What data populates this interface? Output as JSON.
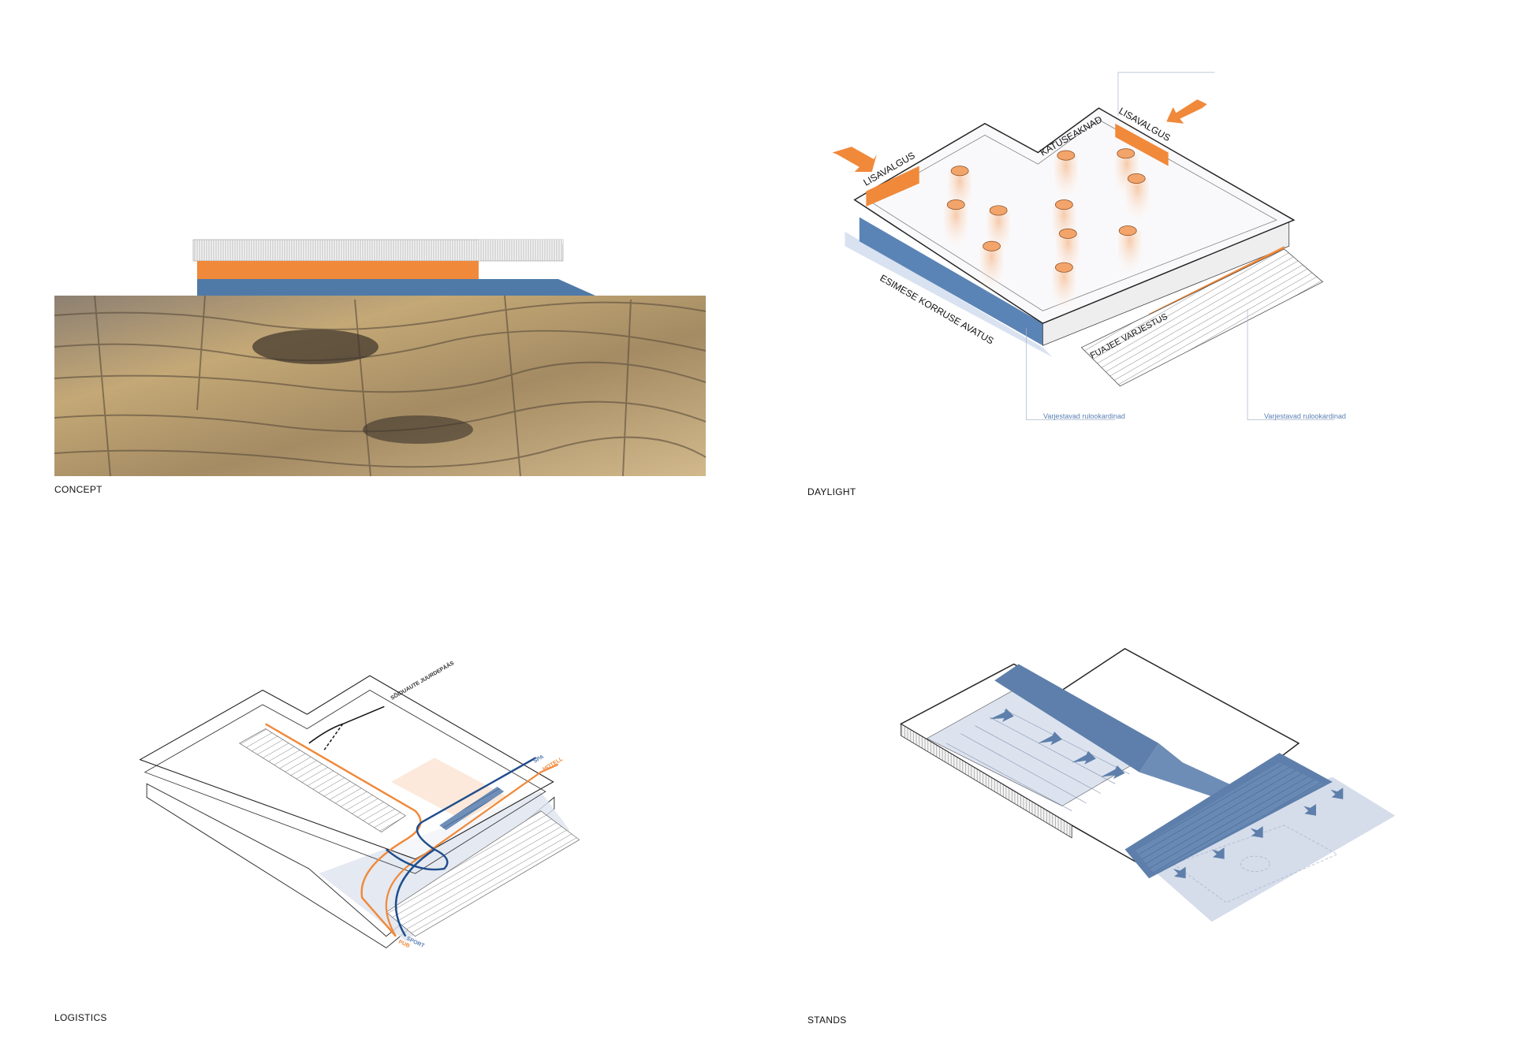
{
  "panels": {
    "concept": {
      "caption": "CONCEPT"
    },
    "daylight": {
      "caption": "DAYLIGHT",
      "labels": {
        "extra_light_left": "LISAVALGUS",
        "extra_light_right": "LISAVALGUS",
        "skylights": "KATUSEAKNAD",
        "ground_floor_opening": "ESIMESE KORRUSE AVATUS",
        "foyer_shading": "FUAJEE VARJESTUS",
        "blinds_left": "Varjestavad rulookardinad",
        "blinds_right": "Varjestavad rulookardinad"
      }
    },
    "logistics": {
      "caption": "LOGISTICS",
      "labels": {
        "car_access": "SÕIDUAUTE JUURDEPÄÄS",
        "spa": "SPA",
        "hotel": "HOTELL",
        "sports": "SPORT",
        "pub": "PUB"
      }
    },
    "stands": {
      "caption": "STANDS"
    }
  },
  "colors": {
    "orange": "#f0893a",
    "blue": "#4f7aa8",
    "dark_blue": "#1f4e8c",
    "light_blue": "#d5dcea",
    "rock": "#b49a70"
  }
}
